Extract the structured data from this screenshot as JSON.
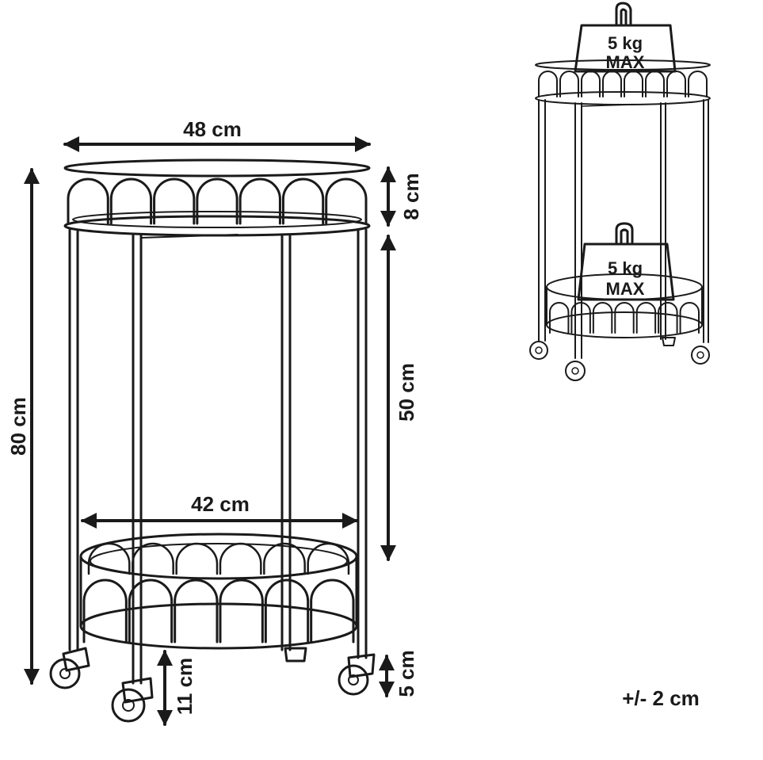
{
  "dimensions": {
    "top_width": "48 cm",
    "bottom_width": "42 cm",
    "total_height": "80 cm",
    "top_rail_height": "8 cm",
    "shelf_gap": "50 cm",
    "base_clearance": "11 cm",
    "wheel_height": "5 cm"
  },
  "load": {
    "top_line1": "5 kg",
    "top_line2": "MAX",
    "bottom_line1": "5 kg",
    "bottom_line2": "MAX"
  },
  "tolerance": "+/- 2 cm",
  "colors": {
    "ink": "#1a1a1a",
    "background": "#ffffff"
  }
}
